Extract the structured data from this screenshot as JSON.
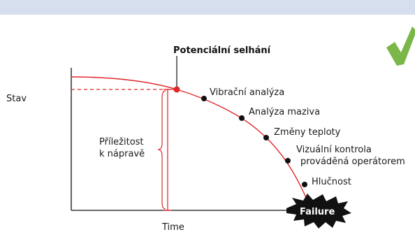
{
  "diagram": {
    "y_axis_label": "Stav",
    "x_axis_label": "Time",
    "failure_point_label": "Potenciální selhání",
    "opportunity_label_line1": "Příležitost",
    "opportunity_label_line2": "k nápravě",
    "failure_label": "Failure",
    "indicators": [
      {
        "label_line1": "Vibrační analýza",
        "label_line2": ""
      },
      {
        "label_line1": "Analýza maziva",
        "label_line2": ""
      },
      {
        "label_line1": "Změny teploty",
        "label_line2": ""
      },
      {
        "label_line1": "Vizuální kontrola",
        "label_line2": "prováděná operátorem"
      },
      {
        "label_line1": "Hlučnost",
        "label_line2": ""
      }
    ],
    "colors": {
      "curve": "#e0282c",
      "check_mark": "#7ab648",
      "top_band": "#d6dfee"
    },
    "check_icon": "checkmark-icon"
  }
}
